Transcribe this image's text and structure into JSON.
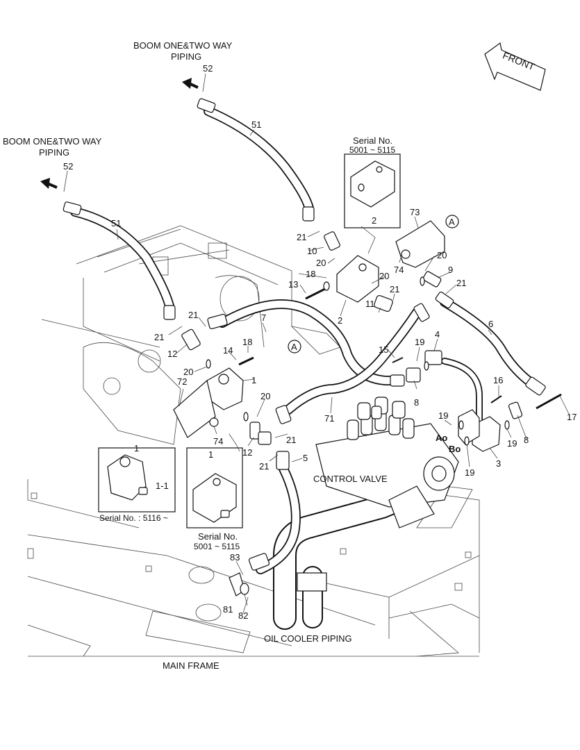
{
  "titles": {
    "boom_top": "BOOM ONE&TWO WAY",
    "boom_top_2": "PIPING",
    "boom_left": "BOOM ONE&TWO WAY",
    "boom_left_2": "PIPING",
    "front": "FRONT",
    "control_valve": "CONTROL VALVE",
    "oil_cooler": "OIL COOLER PIPING",
    "main_frame": "MAIN FRAME"
  },
  "insets": {
    "right_top": {
      "serial_l1": "Serial No.",
      "serial_l2": "5001 ~ 5115",
      "part": "2"
    },
    "left_a": {
      "part": "1",
      "part_b": "1-1",
      "serial": "Serial No. : 5116 ~"
    },
    "left_b": {
      "part": "1",
      "serial_l1": "Serial No.",
      "serial_l2": "5001 ~ 5115"
    }
  },
  "callouts": {
    "c52a": "52",
    "c51a": "51",
    "c52b": "52",
    "c51b": "51",
    "c21a": "21",
    "c10": "10",
    "c20a": "20",
    "c73": "73",
    "c74a": "74",
    "c18a": "18",
    "c13": "13",
    "c2": "2",
    "c20b": "20",
    "c21b": "21",
    "c11": "11",
    "c20c": "20",
    "c9": "9",
    "c21c": "21",
    "c6": "6",
    "c21d": "21",
    "c21e": "21",
    "c7": "7",
    "c12a": "12",
    "c18b": "18",
    "c14": "14",
    "c20d": "20",
    "c1": "1",
    "c72": "72",
    "c74b": "74",
    "c20e": "20",
    "c12b": "12",
    "c21f": "21",
    "c21g": "21",
    "c5": "5",
    "c71": "71",
    "c15": "15",
    "c19a": "19",
    "c4": "4",
    "c8a": "8",
    "c16": "16",
    "c17": "17",
    "c19b": "19",
    "c19c": "19",
    "c8b": "8",
    "c3": "3",
    "c19d": "19",
    "cAo": "Ao",
    "cBo": "Bo",
    "c83": "83",
    "c81": "81",
    "c82": "82",
    "circA1": "A",
    "circA2": "A"
  }
}
